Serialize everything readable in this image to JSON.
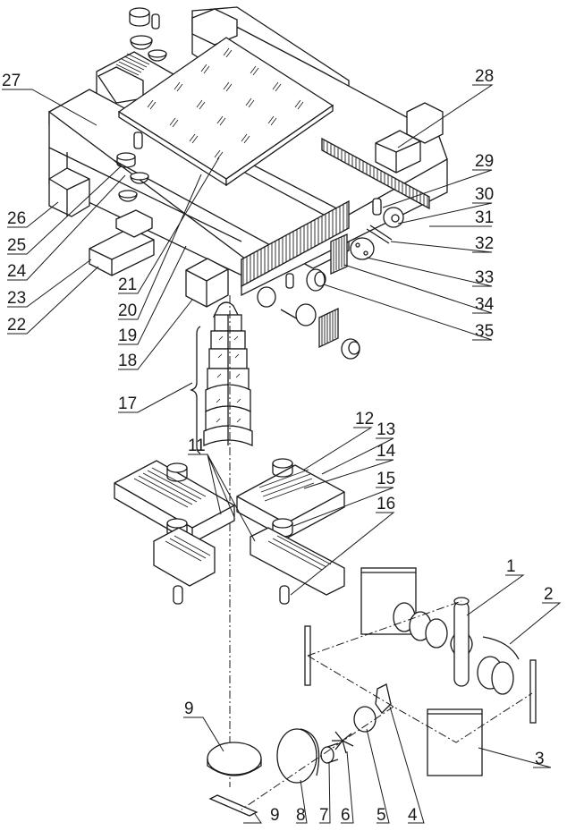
{
  "figure": {
    "type": "exploded isometric technical drawing",
    "callouts": [
      {
        "id": "1",
        "label": "1"
      },
      {
        "id": "2",
        "label": "2"
      },
      {
        "id": "3",
        "label": "3"
      },
      {
        "id": "4",
        "label": "4"
      },
      {
        "id": "5",
        "label": "5"
      },
      {
        "id": "6",
        "label": "6"
      },
      {
        "id": "7",
        "label": "7"
      },
      {
        "id": "8",
        "label": "8"
      },
      {
        "id": "9a",
        "label": "9"
      },
      {
        "id": "9b",
        "label": "9"
      },
      {
        "id": "11",
        "label": "11"
      },
      {
        "id": "12",
        "label": "12"
      },
      {
        "id": "13",
        "label": "13"
      },
      {
        "id": "14",
        "label": "14"
      },
      {
        "id": "15",
        "label": "15"
      },
      {
        "id": "16",
        "label": "16"
      },
      {
        "id": "17",
        "label": "17"
      },
      {
        "id": "18",
        "label": "18"
      },
      {
        "id": "19",
        "label": "19"
      },
      {
        "id": "20",
        "label": "20"
      },
      {
        "id": "21",
        "label": "21"
      },
      {
        "id": "22",
        "label": "22"
      },
      {
        "id": "23",
        "label": "23"
      },
      {
        "id": "24",
        "label": "24"
      },
      {
        "id": "25",
        "label": "25"
      },
      {
        "id": "26",
        "label": "26"
      },
      {
        "id": "27",
        "label": "27"
      },
      {
        "id": "28",
        "label": "28"
      },
      {
        "id": "29",
        "label": "29"
      },
      {
        "id": "30",
        "label": "30"
      },
      {
        "id": "31",
        "label": "31"
      },
      {
        "id": "32",
        "label": "32"
      },
      {
        "id": "33",
        "label": "33"
      },
      {
        "id": "34",
        "label": "34"
      },
      {
        "id": "35",
        "label": "35"
      }
    ],
    "components": [
      "main-housing-block",
      "top-plate-with-hatch-marks",
      "vertical-lens-stack",
      "left-stage-assembly",
      "right-stage-assembly",
      "lamp-tube",
      "reflector-cups",
      "filter-plates",
      "prism",
      "chopper-wheel",
      "lenses",
      "mirror"
    ]
  }
}
